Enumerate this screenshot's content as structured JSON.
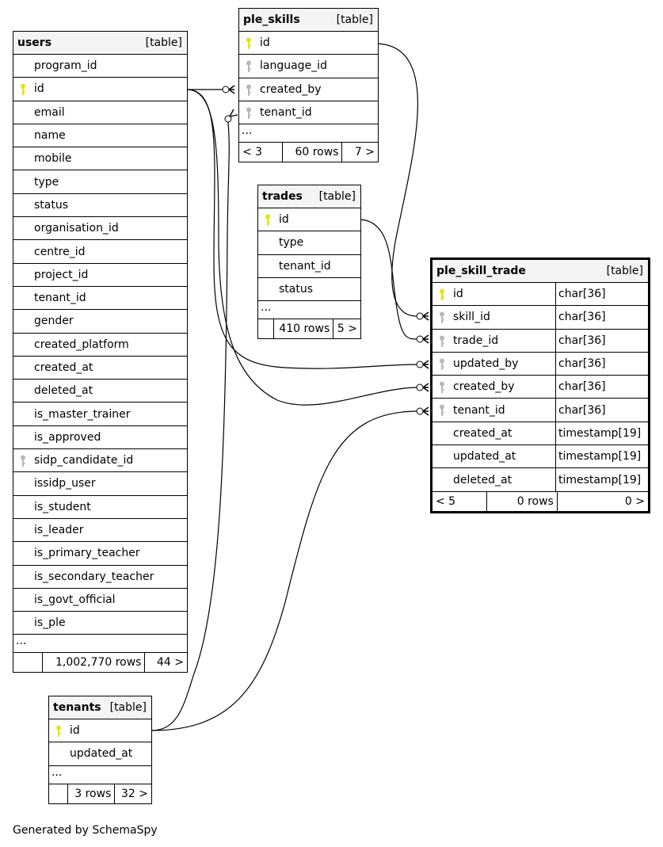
{
  "colors": {
    "primary_key": "#e6e600",
    "foreign_key": "#b8b8b8",
    "header_bg": "#f4f4f4"
  },
  "tables": [
    {
      "id": "users",
      "name": "users",
      "kind": "[table]",
      "columns": [
        {
          "name": "program_id",
          "key": ""
        },
        {
          "name": "id",
          "key": "pk"
        },
        {
          "name": "email",
          "key": ""
        },
        {
          "name": "name",
          "key": ""
        },
        {
          "name": "mobile",
          "key": ""
        },
        {
          "name": "type",
          "key": ""
        },
        {
          "name": "status",
          "key": ""
        },
        {
          "name": "organisation_id",
          "key": ""
        },
        {
          "name": "centre_id",
          "key": ""
        },
        {
          "name": "project_id",
          "key": ""
        },
        {
          "name": "tenant_id",
          "key": ""
        },
        {
          "name": "gender",
          "key": ""
        },
        {
          "name": "created_platform",
          "key": ""
        },
        {
          "name": "created_at",
          "key": ""
        },
        {
          "name": "deleted_at",
          "key": ""
        },
        {
          "name": "is_master_trainer",
          "key": ""
        },
        {
          "name": "is_approved",
          "key": ""
        },
        {
          "name": "sidp_candidate_id",
          "key": "fk"
        },
        {
          "name": "issidp_user",
          "key": ""
        },
        {
          "name": "is_student",
          "key": ""
        },
        {
          "name": "is_leader",
          "key": ""
        },
        {
          "name": "is_primary_teacher",
          "key": ""
        },
        {
          "name": "is_secondary_teacher",
          "key": ""
        },
        {
          "name": "is_govt_official",
          "key": ""
        },
        {
          "name": "is_ple",
          "key": ""
        }
      ],
      "more": "...",
      "footer": [
        "",
        "1,002,770 rows",
        "44 >"
      ]
    },
    {
      "id": "ple_skills",
      "name": "ple_skills",
      "kind": "[table]",
      "columns": [
        {
          "name": "id",
          "key": "pk"
        },
        {
          "name": "language_id",
          "key": "fk"
        },
        {
          "name": "created_by",
          "key": "fk"
        },
        {
          "name": "tenant_id",
          "key": "fk"
        }
      ],
      "more": "...",
      "footer": [
        "< 3",
        "60 rows",
        "7 >"
      ]
    },
    {
      "id": "trades",
      "name": "trades",
      "kind": "[table]",
      "columns": [
        {
          "name": "id",
          "key": "pk"
        },
        {
          "name": "type",
          "key": ""
        },
        {
          "name": "tenant_id",
          "key": ""
        },
        {
          "name": "status",
          "key": ""
        }
      ],
      "more": "...",
      "footer": [
        "",
        "410 rows",
        "5 >"
      ]
    },
    {
      "id": "ple_skill_trade",
      "name": "ple_skill_trade",
      "kind": "[table]",
      "focus": true,
      "columns": [
        {
          "name": "id",
          "key": "pk",
          "type": "char[36]"
        },
        {
          "name": "skill_id",
          "key": "fk",
          "type": "char[36]"
        },
        {
          "name": "trade_id",
          "key": "fk",
          "type": "char[36]"
        },
        {
          "name": "updated_by",
          "key": "fk",
          "type": "char[36]"
        },
        {
          "name": "created_by",
          "key": "fk",
          "type": "char[36]"
        },
        {
          "name": "tenant_id",
          "key": "fk",
          "type": "char[36]"
        },
        {
          "name": "created_at",
          "key": "",
          "type": "timestamp[19]"
        },
        {
          "name": "updated_at",
          "key": "",
          "type": "timestamp[19]"
        },
        {
          "name": "deleted_at",
          "key": "",
          "type": "timestamp[19]"
        }
      ],
      "footer": [
        "< 5",
        "0 rows",
        "0 >"
      ]
    },
    {
      "id": "tenants",
      "name": "tenants",
      "kind": "[table]",
      "columns": [
        {
          "name": "id",
          "key": "pk"
        },
        {
          "name": "updated_at",
          "key": ""
        }
      ],
      "more": "...",
      "footer": [
        "",
        "3 rows",
        "32 >"
      ]
    }
  ],
  "relationships": [
    {
      "from": "users.id",
      "to": "ple_skills.created_by"
    },
    {
      "from": "tenants.id",
      "to": "ple_skills.tenant_id"
    },
    {
      "from": "ple_skills.id",
      "to": "ple_skill_trade.skill_id"
    },
    {
      "from": "trades.id",
      "to": "ple_skill_trade.trade_id"
    },
    {
      "from": "users.id",
      "to": "ple_skill_trade.updated_by"
    },
    {
      "from": "users.id",
      "to": "ple_skill_trade.created_by"
    },
    {
      "from": "tenants.id",
      "to": "ple_skill_trade.tenant_id"
    }
  ],
  "generated_by": "Generated by SchemaSpy"
}
